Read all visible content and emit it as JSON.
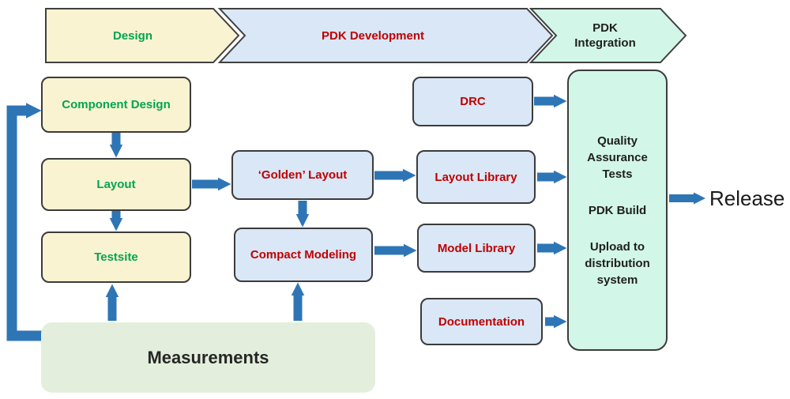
{
  "banners": {
    "design": "Design",
    "pdk_development": "PDK Development",
    "pdk_integration": "PDK Integration"
  },
  "design_flow": {
    "component_design": "Component Design",
    "layout": "Layout",
    "testsite": "Testsite"
  },
  "pdk_flow": {
    "golden_layout": "‘Golden’ Layout",
    "compact_modeling": "Compact Modeling",
    "drc": "DRC",
    "layout_library": "Layout Library",
    "model_library": "Model Library",
    "documentation": "Documentation"
  },
  "integration": {
    "quality_assurance": "Quality Assurance Tests",
    "pdk_build": "PDK Build",
    "upload": "Upload to distribution system"
  },
  "measurements": "Measurements",
  "release": "Release",
  "colors": {
    "arrow_blue": "#2E75B6",
    "design_fill": "#FAF3D2",
    "pdk_fill": "#D9E7F6",
    "integration_fill": "#D2F6E8",
    "measurements_fill": "#E3EFDC",
    "green_text": "#00A64F",
    "red_text": "#C00000"
  }
}
